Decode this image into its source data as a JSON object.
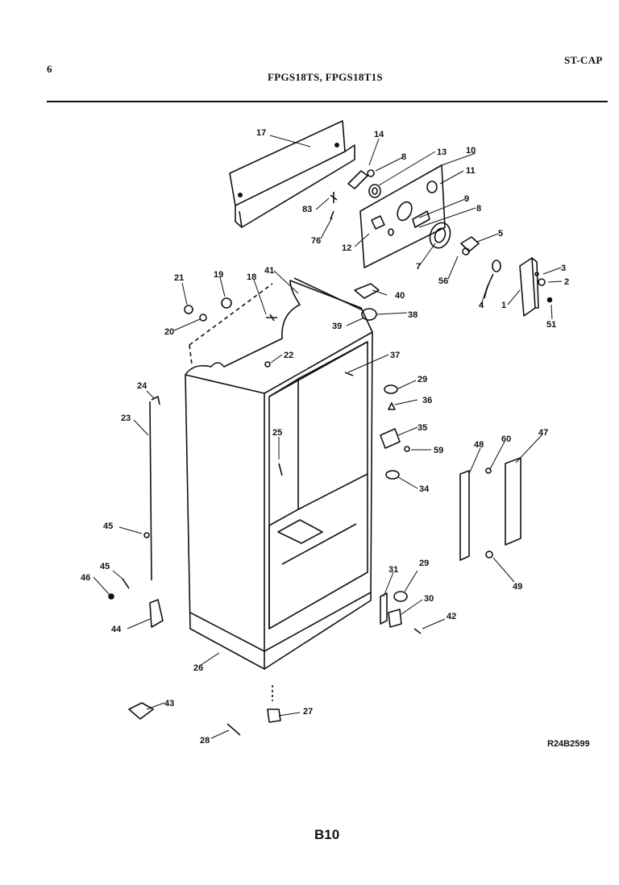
{
  "header": {
    "page_number": "6",
    "models": "FPGS18TS, FPGS18T1S",
    "section": "ST-CAP"
  },
  "footer": {
    "reference": "R24B2599",
    "page_code": "B10"
  },
  "callouts": {
    "c17": "17",
    "c14": "14",
    "c8a": "8",
    "c13": "13",
    "c10": "10",
    "c11": "11",
    "c9": "9",
    "c8b": "8",
    "c83": "83",
    "c76": "76",
    "c12": "12",
    "c5": "5",
    "c7": "7",
    "c56": "56",
    "c3": "3",
    "c2": "2",
    "c4": "4",
    "c1": "1",
    "c51": "51",
    "c21": "21",
    "c19": "19",
    "c18": "18",
    "c41": "41",
    "c40": "40",
    "c39": "39",
    "c38": "38",
    "c20": "20",
    "c22": "22",
    "c37": "37",
    "c29a": "29",
    "c36": "36",
    "c24": "24",
    "c23": "23",
    "c25": "25",
    "c35": "35",
    "c59": "59",
    "c48": "48",
    "c60": "60",
    "c47": "47",
    "c34": "34",
    "c45a": "45",
    "c45b": "45",
    "c46": "46",
    "c31": "31",
    "c29b": "29",
    "c30": "30",
    "c49": "49",
    "c42": "42",
    "c44": "44",
    "c26": "26",
    "c43": "43",
    "c27": "27",
    "c28": "28"
  }
}
